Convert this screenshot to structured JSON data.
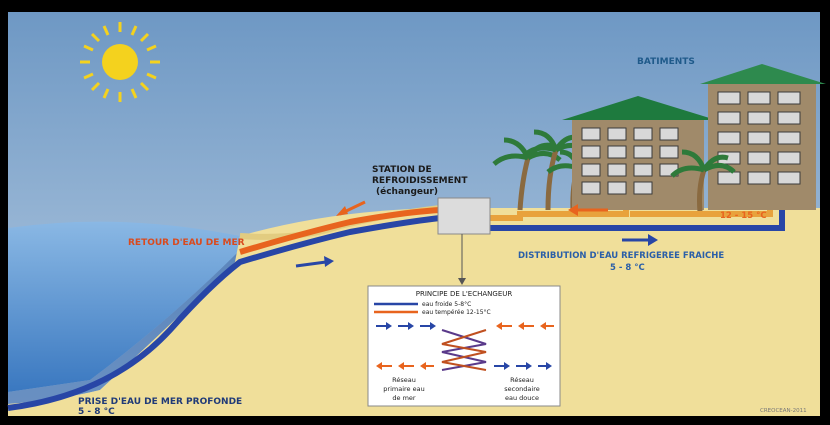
{
  "labels": {
    "buildings": "BATIMENTS",
    "station_line1": "STATION DE",
    "station_line2": "REFROIDISSEMENT",
    "station_line3": "(échangeur)",
    "return": "RETOUR D'EAU DE MER",
    "distribution_line1": "DISTRIBUTION D'EAU REFRIGEREE FRAICHE",
    "distribution_line2": "5 - 8 °C",
    "intake_line1": "PRISE D'EAU DE MER PROFONDE",
    "intake_line2": "5 - 8 °C",
    "return_temp": "12 - 15 °C",
    "credit": "CREOCEAN-2011"
  },
  "exchanger_box": {
    "title": "PRINCIPE DE L'ECHANGEUR",
    "legend_cold": "eau froide 5-8°C",
    "legend_warm": "eau tempérée 12-15°C",
    "left_caption_1": "Réseau",
    "left_caption_2": "primaire eau",
    "left_caption_3": "de mer",
    "right_caption_1": "Réseau",
    "right_caption_2": "secondaire",
    "right_caption_3": "eau douce"
  },
  "colors": {
    "sky_top": "#6e98c4",
    "sky_bottom": "#a9c2dc",
    "sea": "#5b9bd5",
    "deep_sea": "#2a5fa8",
    "sand": "#f0df9a",
    "cold_pipe": "#2846a6",
    "warm_pipe": "#e8641e",
    "label_blue": "#2a5fa8",
    "label_red": "#d94a1e",
    "label_navy": "#1f3a78",
    "building_green": "#1e7a3e",
    "building_wall": "#a08a6a",
    "sun": "#f4d21e"
  }
}
